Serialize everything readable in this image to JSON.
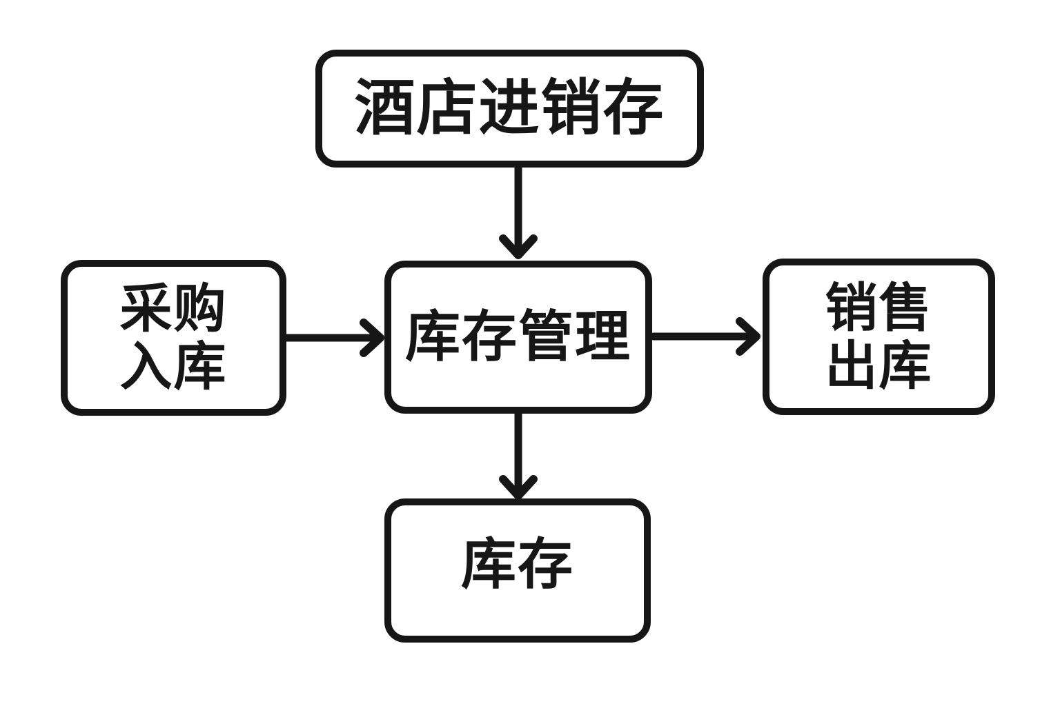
{
  "colors": {
    "background": "#ffffff",
    "stroke": "#161616",
    "node_fill": "#ffffff",
    "text": "#161616"
  },
  "diagram": {
    "type": "flowchart",
    "nodes": [
      {
        "id": "hotel-invoicing",
        "label": "酒店进销存",
        "lines": [
          "酒店进销存"
        ]
      },
      {
        "id": "purchase-inbound",
        "label": "采购入库",
        "lines": [
          "采购",
          "入库"
        ]
      },
      {
        "id": "inventory-management",
        "label": "库存管理",
        "lines": [
          "库存管理"
        ]
      },
      {
        "id": "sales-outbound",
        "label": "销售出库",
        "lines": [
          "销售",
          "出库"
        ]
      },
      {
        "id": "inventory",
        "label": "库存",
        "lines": [
          "库存"
        ]
      }
    ],
    "edges": [
      {
        "from": "hotel-invoicing",
        "to": "inventory-management",
        "direction": "down"
      },
      {
        "from": "purchase-inbound",
        "to": "inventory-management",
        "direction": "right"
      },
      {
        "from": "inventory-management",
        "to": "sales-outbound",
        "direction": "right"
      },
      {
        "from": "inventory-management",
        "to": "inventory",
        "direction": "down"
      }
    ]
  }
}
